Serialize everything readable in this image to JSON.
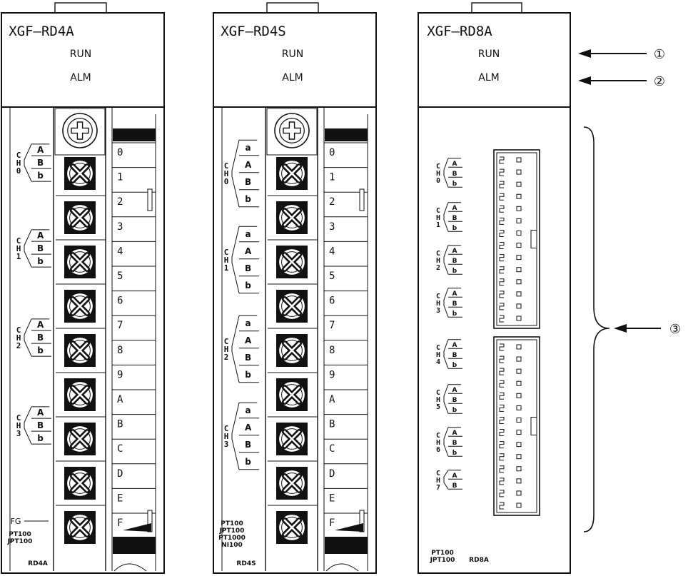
{
  "modules": [
    {
      "model": "XGF–RD4A",
      "run": "RUN",
      "alm": "ALM",
      "terminals": [
        "0",
        "1",
        "2",
        "3",
        "4",
        "5",
        "6",
        "7",
        "8",
        "9",
        "A",
        "B",
        "C",
        "D",
        "E",
        "F"
      ],
      "channels": [
        {
          "ch": [
            "C",
            "H",
            "0"
          ],
          "pins": [
            "A",
            "B",
            "b"
          ]
        },
        {
          "ch": [
            "C",
            "H",
            "1"
          ],
          "pins": [
            "A",
            "B",
            "b"
          ]
        },
        {
          "ch": [
            "C",
            "H",
            "2"
          ],
          "pins": [
            "A",
            "B",
            "b"
          ]
        },
        {
          "ch": [
            "C",
            "H",
            "3"
          ],
          "pins": [
            "A",
            "B",
            "b"
          ]
        }
      ],
      "fg": "FG",
      "sensors": [
        "PT100",
        "JPT100"
      ],
      "code": "RD4A"
    },
    {
      "model": "XGF–RD4S",
      "run": "RUN",
      "alm": "ALM",
      "terminals": [
        "0",
        "1",
        "2",
        "3",
        "4",
        "5",
        "6",
        "7",
        "8",
        "9",
        "A",
        "B",
        "C",
        "D",
        "E",
        "F"
      ],
      "channels": [
        {
          "ch": [
            "C",
            "H",
            "0"
          ],
          "pins": [
            "a",
            "A",
            "B",
            "b"
          ]
        },
        {
          "ch": [
            "C",
            "H",
            "1"
          ],
          "pins": [
            "a",
            "A",
            "B",
            "b"
          ]
        },
        {
          "ch": [
            "C",
            "H",
            "2"
          ],
          "pins": [
            "a",
            "A",
            "B",
            "b"
          ]
        },
        {
          "ch": [
            "C",
            "H",
            "3"
          ],
          "pins": [
            "a",
            "A",
            "B",
            "b"
          ]
        }
      ],
      "sensors": [
        "PT100",
        "JPT100",
        "PT1000",
        "NI100"
      ],
      "code": "RD4S"
    },
    {
      "model": "XGF–RD8A",
      "run": "RUN",
      "alm": "ALM",
      "channels": [
        {
          "ch": [
            "C",
            "H",
            "0"
          ],
          "pins": [
            "A",
            "B",
            "b"
          ]
        },
        {
          "ch": [
            "C",
            "H",
            "1"
          ],
          "pins": [
            "A",
            "B",
            "b"
          ]
        },
        {
          "ch": [
            "C",
            "H",
            "2"
          ],
          "pins": [
            "A",
            "B",
            "b"
          ]
        },
        {
          "ch": [
            "C",
            "H",
            "3"
          ],
          "pins": [
            "A",
            "B",
            "b"
          ]
        },
        {
          "ch": [
            "C",
            "H",
            "4"
          ],
          "pins": [
            "A",
            "B",
            "b"
          ]
        },
        {
          "ch": [
            "C",
            "H",
            "5"
          ],
          "pins": [
            "A",
            "B",
            "b"
          ]
        },
        {
          "ch": [
            "C",
            "H",
            "6"
          ],
          "pins": [
            "A",
            "B",
            "b"
          ]
        },
        {
          "ch": [
            "C",
            "H",
            "7"
          ],
          "pins": [
            "A",
            "B"
          ]
        }
      ],
      "sensors": [
        "PT100",
        "JPT100"
      ],
      "code": "RD8A"
    }
  ],
  "callouts": [
    "①",
    "②",
    "③"
  ]
}
